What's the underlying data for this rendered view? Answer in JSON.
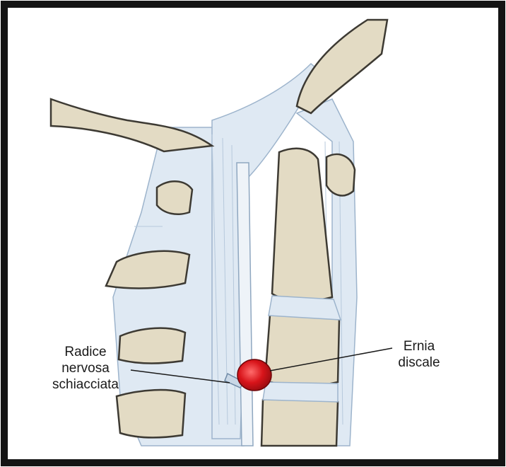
{
  "labels": {
    "nerve_root": [
      "Radice",
      "nervosa",
      "schiacciata"
    ],
    "hernia": [
      "Ernia",
      "discale"
    ]
  },
  "colors": {
    "frame": "#141414",
    "bone": "#e3dbc4",
    "bone_outline": "#3d3a33",
    "ligament": "#dfe9f3",
    "ligament_stroke": "#9db4cc",
    "hernia": "#d8141a"
  }
}
